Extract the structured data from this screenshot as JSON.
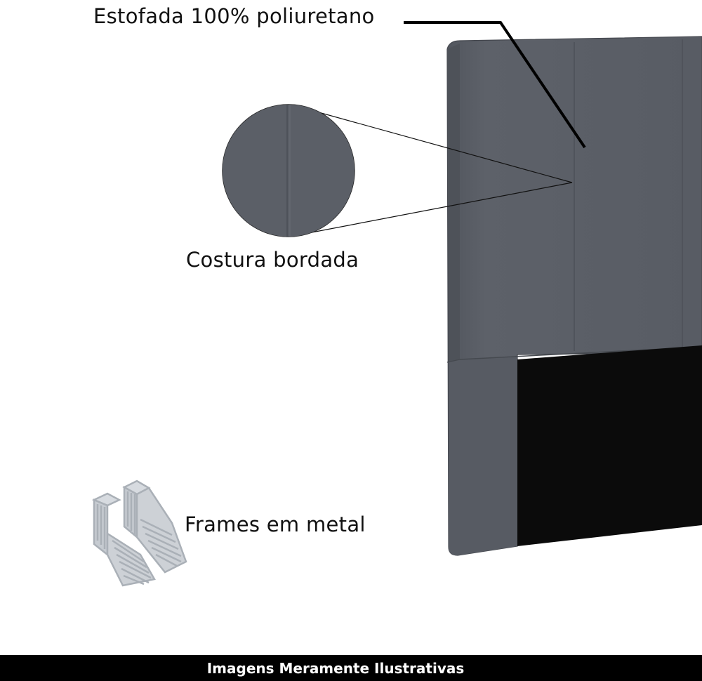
{
  "callouts": {
    "upholstery": "Estofada 100% poliuretano",
    "stitching": "Costura bordada",
    "frames": "Frames em metal"
  },
  "footer": {
    "disclaimer": "Imagens Meramente Ilustrativas"
  },
  "colors": {
    "upholstery": "#5a5e66",
    "upholstery_shadow": "#4e5259",
    "back_panel": "#0a0a0a",
    "metal": "#c4c9cf",
    "footer_bg": "#000000"
  },
  "icons": {
    "stitch_zoom": "magnifier-circle",
    "metal_frames": "metal-bracket-pair"
  }
}
